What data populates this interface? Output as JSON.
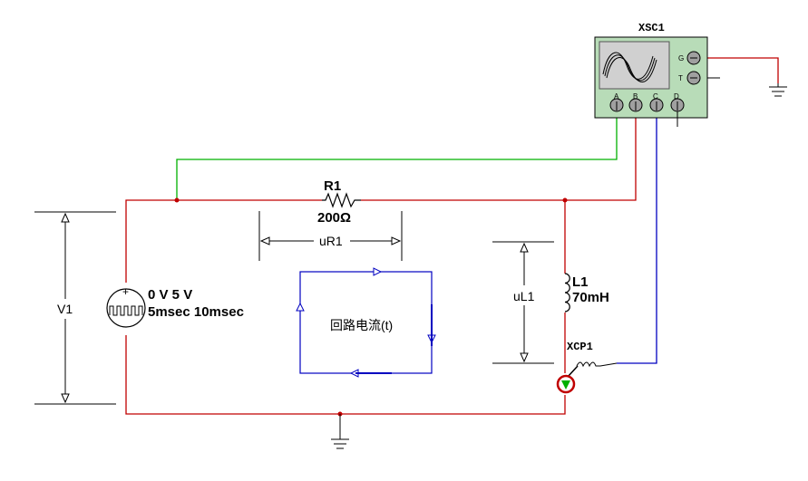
{
  "oscilloscope": {
    "name": "XSC1",
    "channels": [
      "A",
      "B",
      "C",
      "D"
    ],
    "ground_label": "G",
    "trigger_label": "T"
  },
  "resistor": {
    "ref": "R1",
    "value": "200Ω"
  },
  "inductor": {
    "ref": "L1",
    "value": "70mH"
  },
  "source": {
    "ref": "V1",
    "params_line1": "0 V 5 V",
    "params_line2": "5msec 10msec"
  },
  "current_probe": {
    "ref": "XCP1"
  },
  "annotations": {
    "resistor_voltage": "uR1",
    "inductor_voltage": "uL1",
    "loop_current": "回路电流(t)"
  },
  "colors": {
    "wire_red": "#c00000",
    "wire_green": "#00b000",
    "wire_blue": "#0000c0",
    "scope_body": "#b8dcb8",
    "probe_ring": "#c00000",
    "probe_arrow": "#00b000"
  }
}
